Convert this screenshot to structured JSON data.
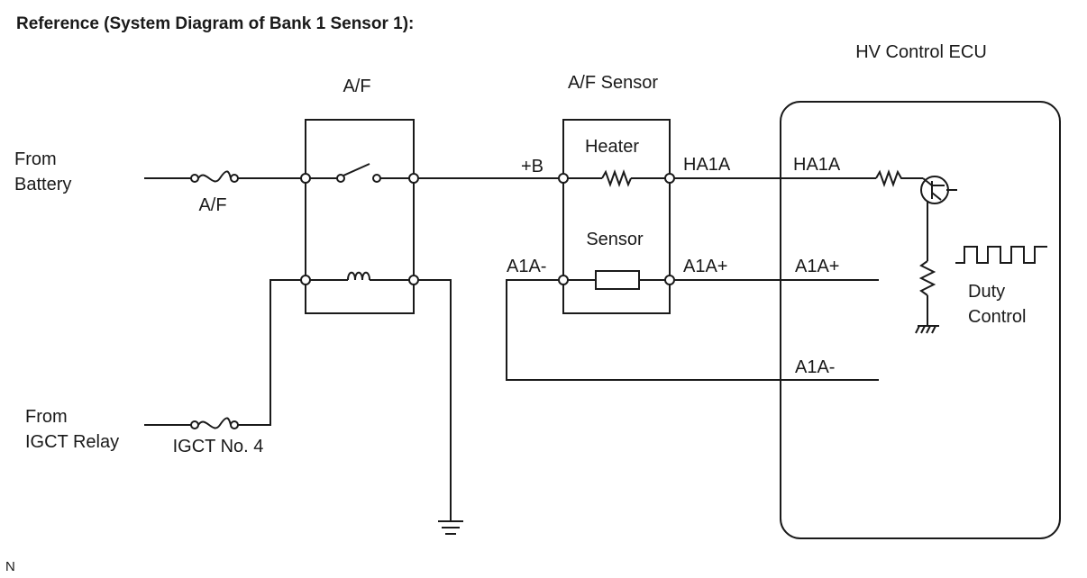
{
  "title": "Reference (System Diagram of Bank 1 Sensor 1):",
  "blocks": {
    "af_relay": "A/F",
    "af_sensor": "A/F Sensor",
    "ecu": "HV Control ECU",
    "heater": "Heater",
    "sensor": "Sensor"
  },
  "inputs": {
    "from_battery_1": "From",
    "from_battery_2": "Battery",
    "from_igct_1": "From",
    "from_igct_2": "IGCT Relay"
  },
  "fuses": {
    "af": "A/F",
    "igct": "IGCT No. 4"
  },
  "terminals": {
    "plus_b": "+B",
    "ha1a_sensor": "HA1A",
    "a1a_minus_sensor": "A1A-",
    "a1a_plus_sensor": "A1A+",
    "ha1a_ecu": "HA1A",
    "a1a_plus_ecu": "A1A+",
    "a1a_minus_ecu": "A1A-"
  },
  "ecu_labels": {
    "duty_1": "Duty",
    "duty_2": "Control"
  },
  "footer_code": "N"
}
